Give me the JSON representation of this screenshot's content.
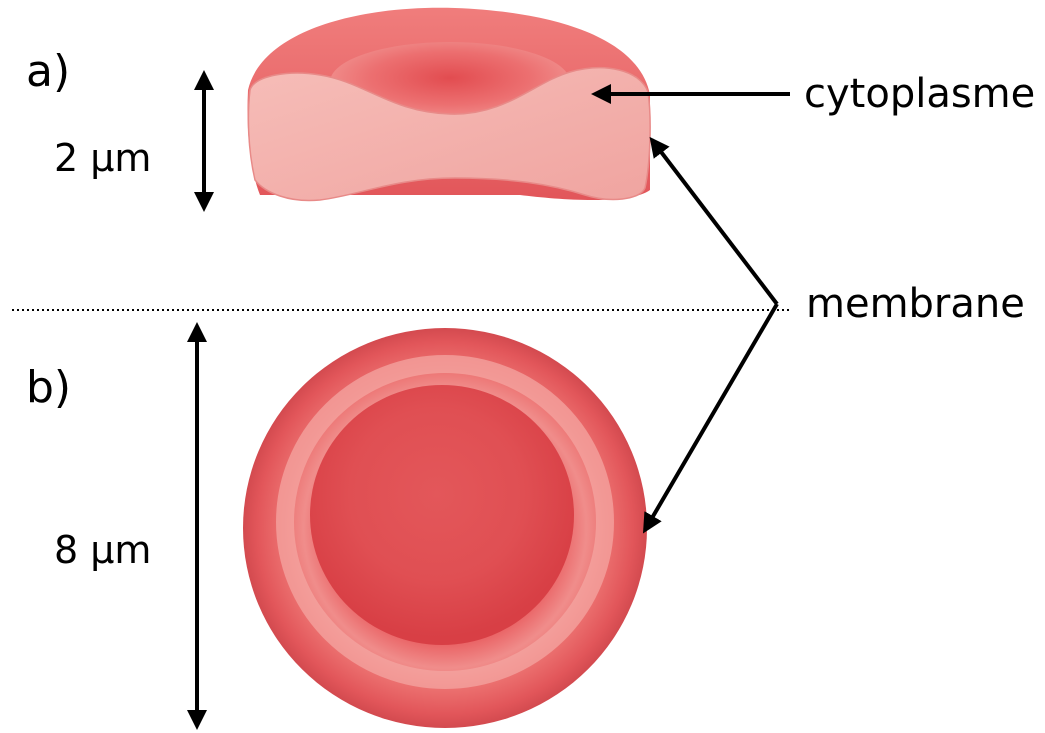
{
  "panels": {
    "a": {
      "label": "a)",
      "dimension": "2 µm"
    },
    "b": {
      "label": "b)",
      "dimension": "8 µm"
    }
  },
  "callouts": {
    "cytoplasm": "cytoplasme",
    "membrane": "membrane"
  },
  "colors": {
    "cell_base": "#e8585a",
    "cell_dark": "#d9363c",
    "cell_light": "#f6a9a6",
    "cytoplasm_fill": "#f4b2ae",
    "ink": "#000000"
  }
}
